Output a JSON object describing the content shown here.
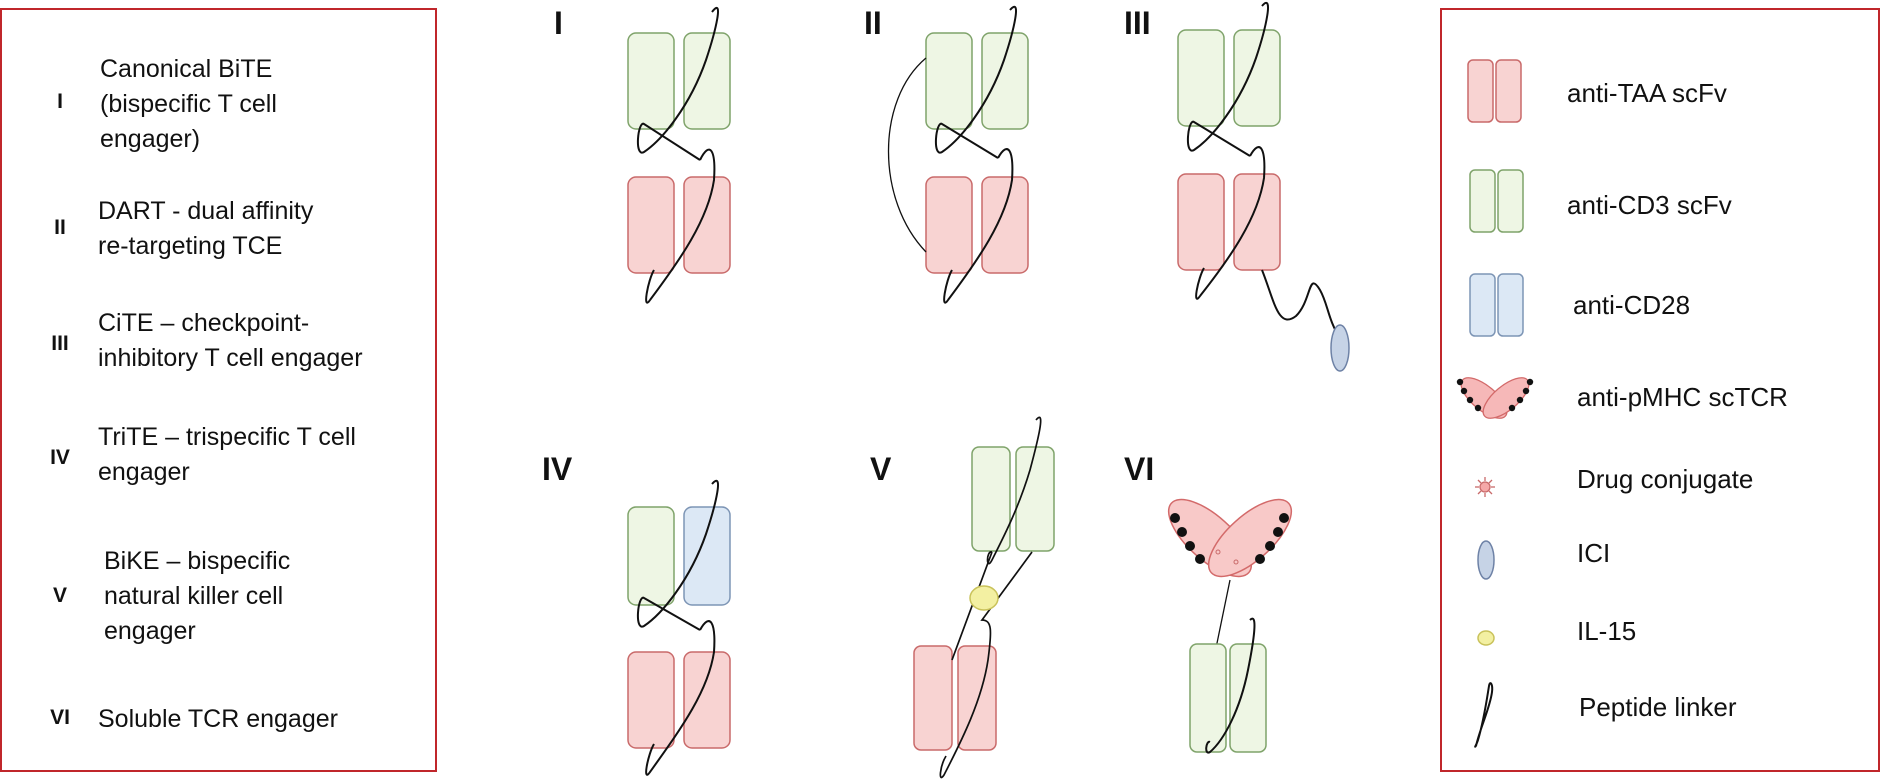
{
  "engagers": [
    {
      "numeral": "I",
      "text": "Canonical BiTE\n(bispecific T cell\nengager)"
    },
    {
      "numeral": "II",
      "text": "DART - dual affinity\nre-targeting TCE"
    },
    {
      "numeral": "III",
      "text": "CiTE – checkpoint-\ninhibitory T cell engager"
    },
    {
      "numeral": "IV",
      "text": "TriTE – trispecific T cell\nengager"
    },
    {
      "numeral": "V",
      "text": "BiKE – bispecific\nnatural killer cell\nengager"
    },
    {
      "numeral": "VI",
      "text": "Soluble TCR engager"
    }
  ],
  "legend": [
    {
      "icon": "anti-taa-scfv-icon",
      "label": "anti-TAA scFv"
    },
    {
      "icon": "anti-cd3-scfv-icon",
      "label": "anti-CD3 scFv"
    },
    {
      "icon": "anti-cd28-icon",
      "label": "anti-CD28"
    },
    {
      "icon": "anti-pmhc-sctcr-icon",
      "label": "anti-pMHC scTCR"
    },
    {
      "icon": "drug-conjugate-icon",
      "label": "Drug conjugate"
    },
    {
      "icon": "ici-icon",
      "label": "ICI"
    },
    {
      "icon": "il-15-icon",
      "label": "IL-15"
    },
    {
      "icon": "peptide-linker-icon",
      "label": "Peptide linker"
    }
  ],
  "structure_labels": [
    "I",
    "II",
    "III",
    "IV",
    "V",
    "VI"
  ],
  "colors": {
    "border": "#c0262b",
    "taa_fill": "#f8d3d2",
    "taa_stroke": "#c96a6a",
    "cd3_fill": "#eef6e4",
    "cd3_stroke": "#7fa36a",
    "cd28_fill": "#dce8f5",
    "cd28_stroke": "#7d95b5",
    "il15_fill": "#f3f0a2",
    "il15_stroke": "#c9c25a",
    "ici_fill": "#c6d3e6",
    "ici_stroke": "#6e82a6"
  }
}
